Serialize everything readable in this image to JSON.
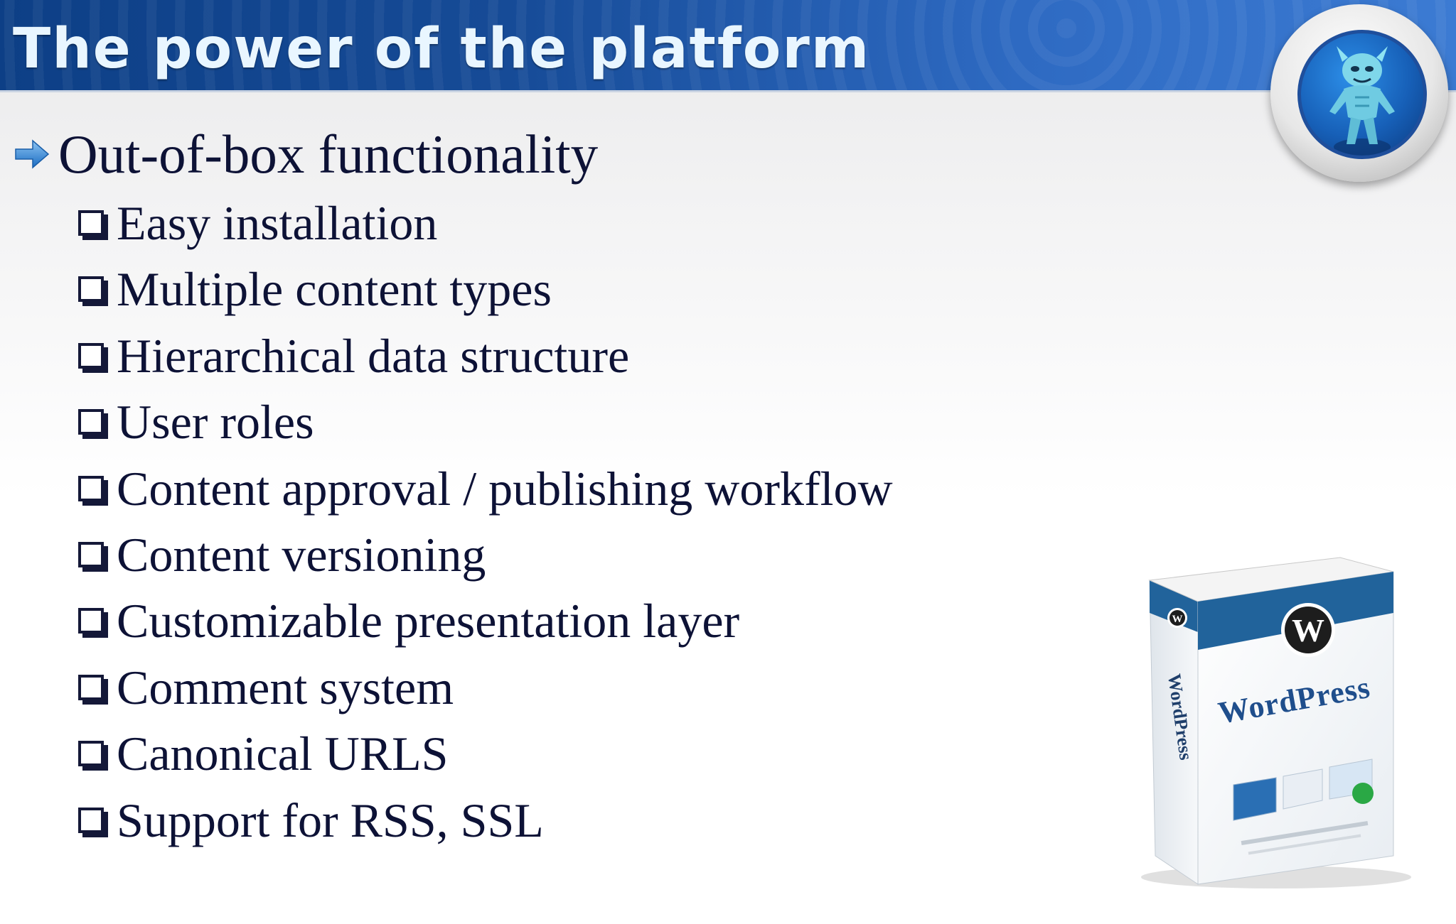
{
  "slide": {
    "title": "The power of the platform",
    "heading": "Out-of-box functionality",
    "items": [
      "Easy installation",
      "Multiple content types",
      "Hierarchical data structure",
      "User roles",
      "Content approval / publishing workflow",
      "Content versioning",
      "Customizable presentation layer",
      "Comment system",
      "Canonical URLS",
      "Support for RSS, SSL"
    ]
  },
  "product_box": {
    "brand_front": "WordPress",
    "brand_side": "WordPress"
  },
  "colors": {
    "title_bar": "#164b97",
    "title_text": "#e9f6ff",
    "body_text": "#0d1236",
    "bullet_arrow": "#2f86d6",
    "box_band": "#21639b"
  }
}
